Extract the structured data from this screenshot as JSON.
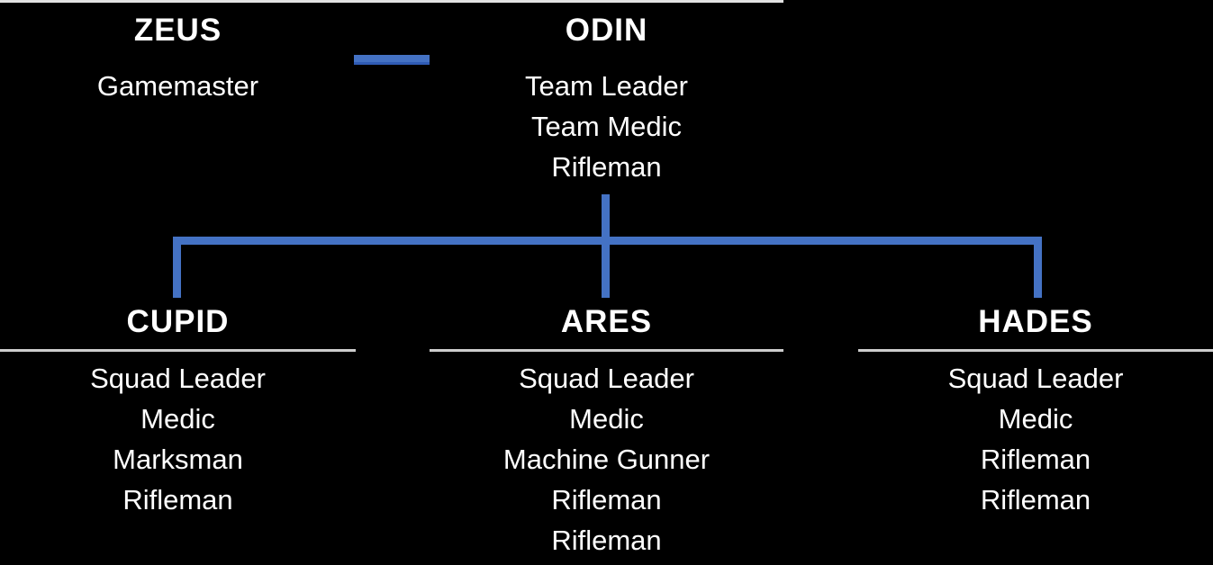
{
  "colors": {
    "background": "#000000",
    "connector_blue": "#4472C4",
    "connector_blue_dark": "#2f5bb5",
    "underline_top": "#e2e2e2",
    "underline_bottom": "#cdcdcd",
    "text_color": "#ffffff"
  },
  "org": {
    "top": [
      {
        "name": "ZEUS",
        "roles": [
          "Gamemaster"
        ]
      },
      {
        "name": "ODIN",
        "roles": [
          "Team Leader",
          "Team Medic",
          "Rifleman"
        ]
      }
    ],
    "squads": [
      {
        "name": "CUPID",
        "roles": [
          "Squad Leader",
          "Medic",
          "Marksman",
          "Rifleman"
        ]
      },
      {
        "name": "ARES",
        "roles": [
          "Squad Leader",
          "Medic",
          "Machine Gunner",
          "Rifleman",
          "Rifleman"
        ]
      },
      {
        "name": "HADES",
        "roles": [
          "Squad Leader",
          "Medic",
          "Rifleman",
          "Rifleman"
        ]
      }
    ]
  }
}
